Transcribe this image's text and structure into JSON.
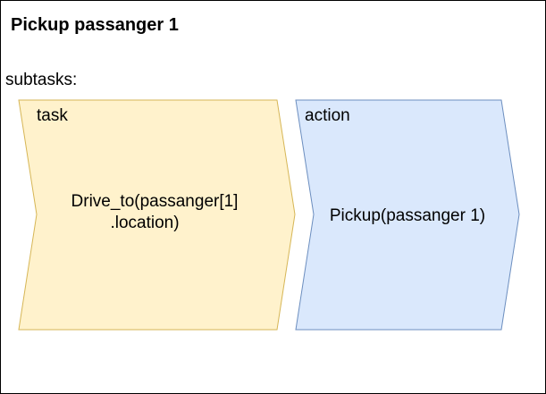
{
  "diagram": {
    "title": "Pickup passanger 1",
    "subtasks_label": "subtasks:",
    "steps": [
      {
        "kind": "task",
        "text_lines": [
          "Drive_to(passanger[1]",
          ".location)"
        ],
        "fill": "#fff2cc",
        "stroke": "#d6b656"
      },
      {
        "kind": "action",
        "text_lines": [
          "Pickup(passanger 1)"
        ],
        "fill": "#dae8fc",
        "stroke": "#6c8ebf"
      }
    ]
  }
}
